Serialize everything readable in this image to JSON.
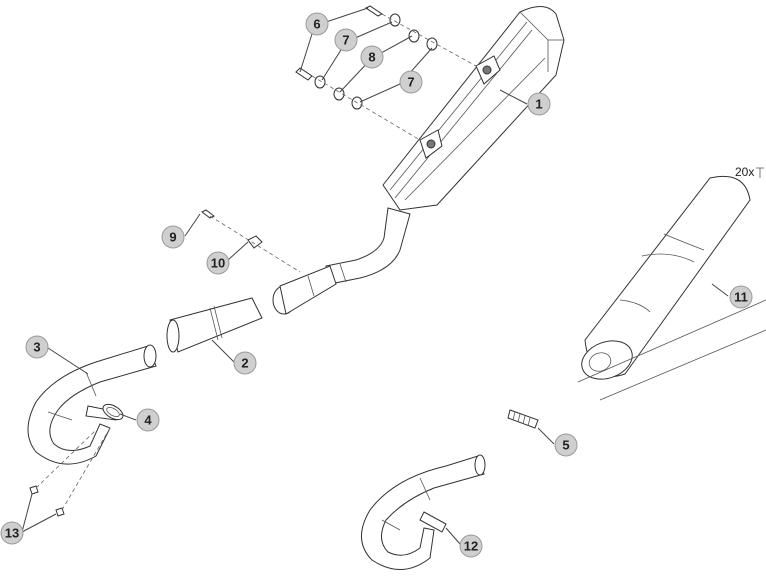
{
  "callouts": {
    "c1": "1",
    "c2": "2",
    "c3": "3",
    "c4": "4",
    "c5": "5",
    "c6": "6",
    "c7a": "7",
    "c7b": "7",
    "c8": "8",
    "c9": "9",
    "c10": "10",
    "c11": "11",
    "c12": "12",
    "c13": "13"
  },
  "quantity_label": "20x",
  "colors": {
    "callout_fill": "#cfcfcf",
    "line": "#333333"
  }
}
